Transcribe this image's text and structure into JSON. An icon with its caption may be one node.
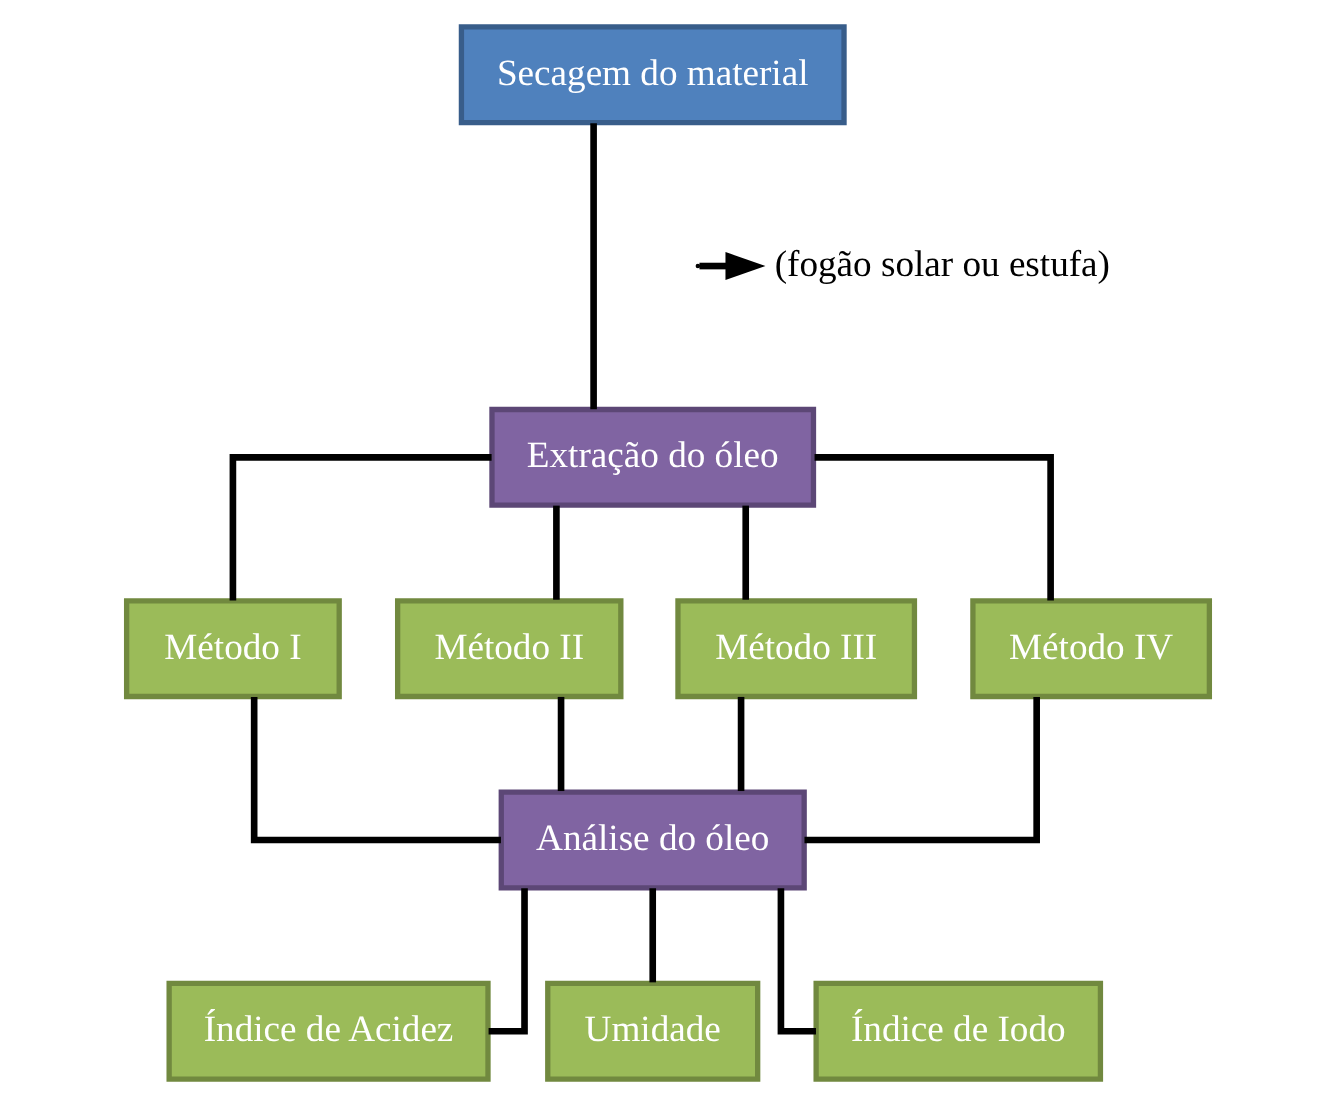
{
  "diagram": {
    "nodes": [
      {
        "text": [
          "Secagem do material"
        ]
      },
      {
        "text": [
          "(fogão solar ou estufa)"
        ]
      },
      {
        "text": [
          "Extração do óleo"
        ]
      },
      {
        "text": [
          "Método I"
        ]
      },
      {
        "text": [
          "Método II"
        ]
      },
      {
        "text": [
          "Método III"
        ]
      },
      {
        "text": [
          "Método IV"
        ]
      },
      {
        "text": [
          "Análise do óleo"
        ]
      },
      {
        "text": [
          "Índice de Acidez"
        ]
      },
      {
        "text": [
          "Umidade"
        ]
      },
      {
        "text": [
          "Índice de Iodo"
        ]
      }
    ],
    "edges": [
      {
        "from": 0,
        "to": 2,
        "arrow": "none"
      },
      {
        "from": null,
        "to": 1,
        "arrow": "to"
      },
      {
        "from": 2,
        "to": 3,
        "arrow": "none"
      },
      {
        "from": 2,
        "to": 4,
        "arrow": "none"
      },
      {
        "from": 2,
        "to": 5,
        "arrow": "none"
      },
      {
        "from": 2,
        "to": 6,
        "arrow": "none"
      },
      {
        "from": 3,
        "to": 7,
        "arrow": "none"
      },
      {
        "from": 4,
        "to": 7,
        "arrow": "none"
      },
      {
        "from": 5,
        "to": 7,
        "arrow": "none"
      },
      {
        "from": 6,
        "to": 7,
        "arrow": "none"
      },
      {
        "from": 7,
        "to": 8,
        "arrow": "none"
      },
      {
        "from": 7,
        "to": 9,
        "arrow": "none"
      },
      {
        "from": 7,
        "to": 10,
        "arrow": "none"
      }
    ]
  }
}
